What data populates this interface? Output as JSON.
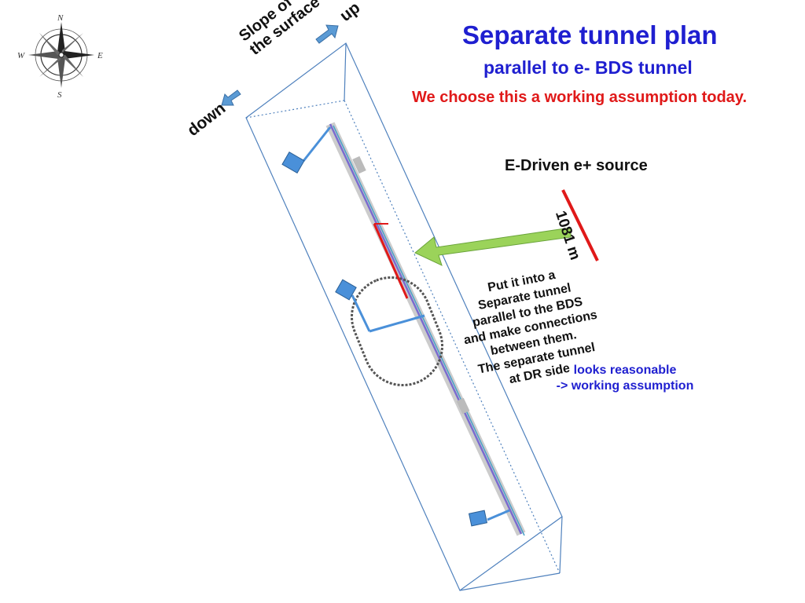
{
  "slide": {
    "title": "Separate tunnel plan",
    "subtitle": "parallel to e- BDS tunnel",
    "assumption": "We choose this a working assumption today.",
    "source_label": "E-Driven e+ source",
    "length_label": "1081 m",
    "instruction_lines": [
      "Put it into a",
      "Separate tunnel",
      "parallel to the BDS",
      "and make connections",
      "between them.",
      "The separate tunnel",
      "at DR side"
    ],
    "conclusion_lines": [
      "looks reasonable",
      "-> working assumption"
    ],
    "slope_lines": [
      "Slope of",
      "the surface"
    ],
    "slope_down": "down",
    "slope_up": "up",
    "compass": {
      "n": "N",
      "s": "S",
      "e": "E",
      "w": "W"
    }
  },
  "colors": {
    "title_blue": "#1f1fd0",
    "alert_red": "#e01919",
    "arrow_green": "#9bd35a",
    "arrow_blue": "#5b9bd5",
    "box_outline": "#4f81bd",
    "machine_blue": "#4a90d9",
    "accent_red": "#e01919"
  }
}
